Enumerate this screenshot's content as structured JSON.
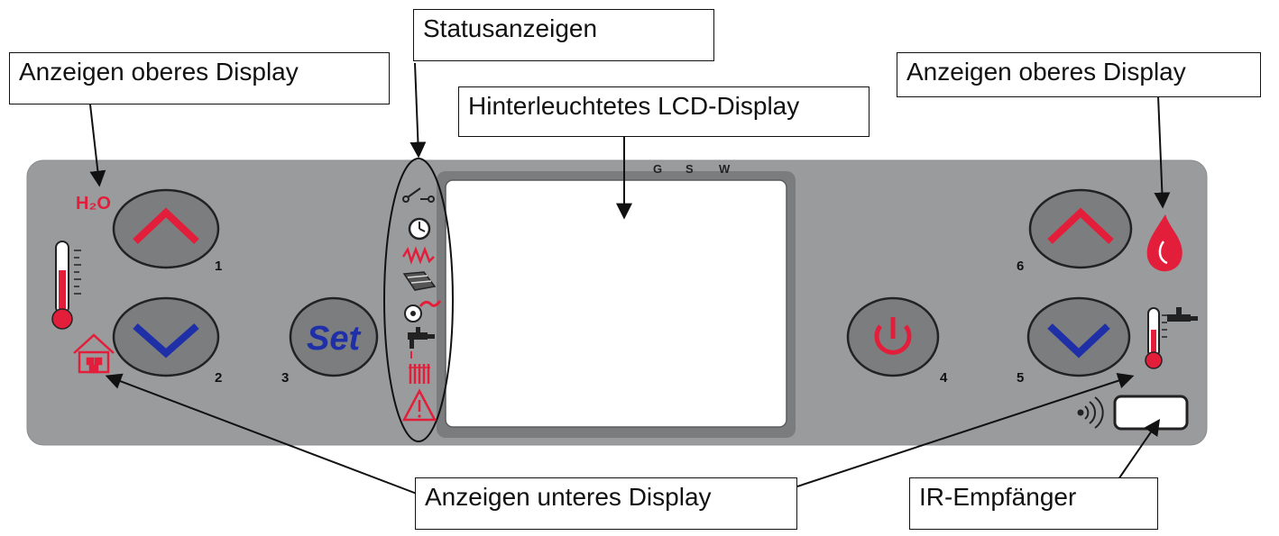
{
  "callouts": {
    "top_left": "Anzeigen oberes Display",
    "status": "Statusanzeigen",
    "lcd": "Hinterleuchtetes LCD-Display",
    "top_right": "Anzeigen oberes Display",
    "bottom": "Anzeigen unteres Display",
    "ir": "IR-Empfänger"
  },
  "panel": {
    "lcd_header": [
      "G",
      "S",
      "W"
    ],
    "h2o_label": "H₂O",
    "set_label": "Set",
    "button_numbers": {
      "b1": "1",
      "b2": "2",
      "b3": "3",
      "b4": "4",
      "b5": "5",
      "b6": "6"
    }
  },
  "colors": {
    "panel": "#999b9d",
    "button": "#7b7d7f",
    "accent_red": "#e31e3a",
    "accent_blue": "#1f2fa8"
  },
  "icons": [
    "switch-icon",
    "clock-icon",
    "heating-element-icon",
    "pellet-auger-icon",
    "fan-icon",
    "tap-icon",
    "radiator-icon",
    "warning-icon",
    "thermometer-icon",
    "house-icon",
    "flame-drop-icon",
    "hot-water-thermometer-icon",
    "ir-signal-icon"
  ]
}
